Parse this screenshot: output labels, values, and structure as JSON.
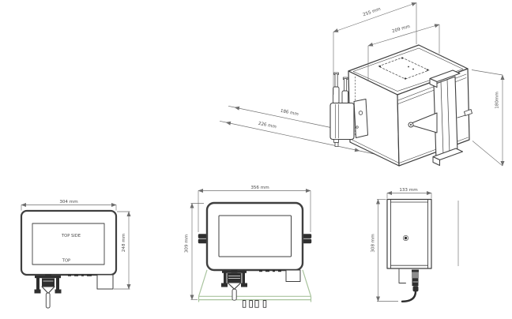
{
  "colors": {
    "line": "#3f3f3f",
    "dim_line": "#6e6e6e",
    "text": "#4a4a4a",
    "accent_green": "#a9c49e",
    "dark_fill": "#2f2f2f"
  },
  "views": {
    "isometric": {
      "dims": {
        "width_outer": "255 mm",
        "width_inner": "209 mm",
        "depth_inner": "186 mm",
        "depth_outer": "226 mm",
        "height": "180mm"
      }
    },
    "top_view": {
      "dims": {
        "width": "304 mm",
        "height": "248 mm"
      },
      "labels": {
        "top_side": "TOP SIDE",
        "top": "TOP"
      }
    },
    "front_view": {
      "dims": {
        "width": "356 mm",
        "height": "309 mm"
      }
    },
    "side_view": {
      "dims": {
        "width": "133 mm",
        "height": "308 mm"
      }
    }
  }
}
